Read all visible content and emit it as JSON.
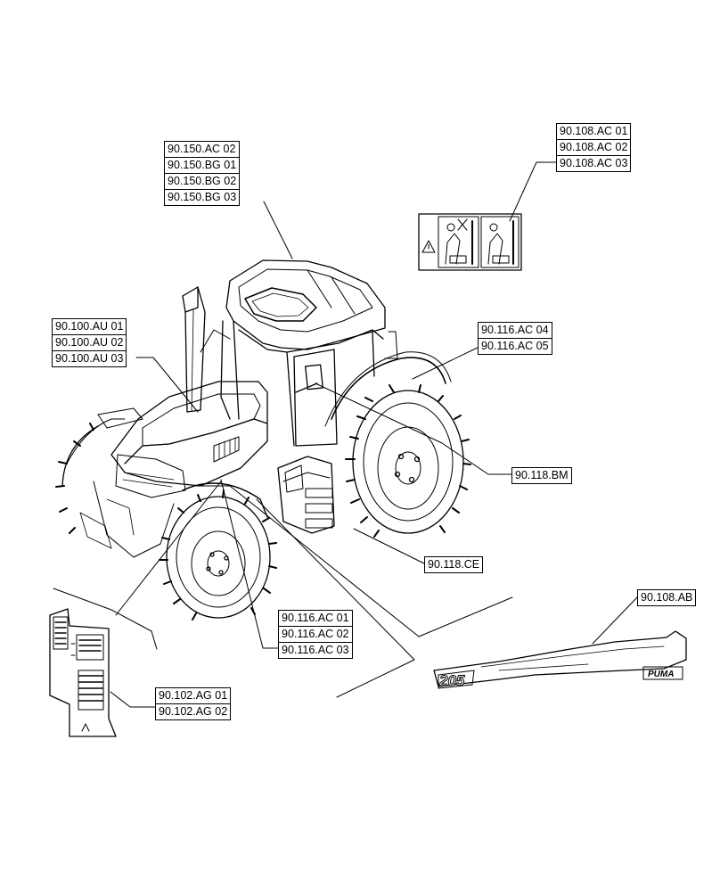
{
  "callouts": {
    "roof": [
      "90.150.AC 02",
      "90.150.BG 01",
      "90.150.BG 02",
      "90.150.BG 03"
    ],
    "warning": [
      "90.108.AC 01",
      "90.108.AC 02",
      "90.108.AC 03"
    ],
    "hood": [
      "90.100.AU 01",
      "90.100.AU 02",
      "90.100.AU 03"
    ],
    "rear_fender": [
      "90.116.AC 04",
      "90.116.AC 05"
    ],
    "mirror": [
      "90.118.BM"
    ],
    "step": [
      "90.118.CE"
    ],
    "side_stripe": [
      "90.108.AB"
    ],
    "front_fender": [
      "90.116.AC 01",
      "90.116.AC 02",
      "90.116.AC 03"
    ],
    "panel": [
      "90.102.AG 01",
      "90.102.AG 02"
    ]
  },
  "decal_text": {
    "model": "205",
    "brand": "PUMA"
  }
}
